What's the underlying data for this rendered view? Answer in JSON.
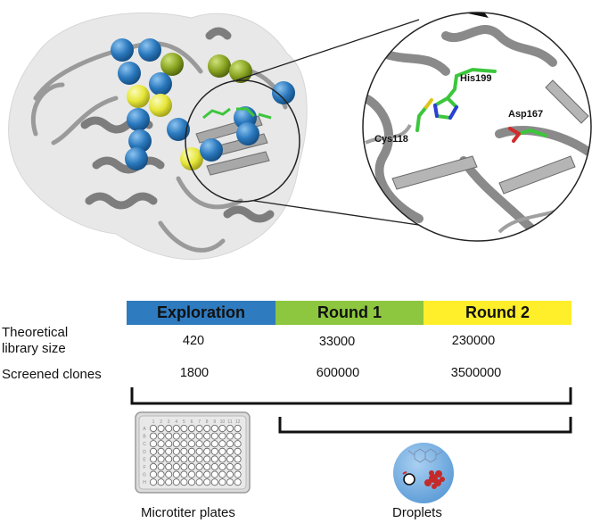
{
  "residues": {
    "his": "His199",
    "cys": "Cys118",
    "asp": "Asp167"
  },
  "table": {
    "row_labels": {
      "theoretical_line1": "Theoretical",
      "theoretical_line2": "library size",
      "screened": "Screened clones"
    },
    "columns": [
      {
        "header": "Exploration",
        "color": "#2f7bbf",
        "theoretical": "420",
        "screened": "1800"
      },
      {
        "header": "Round 1",
        "color": "#8dc63f",
        "theoretical": "33000",
        "screened": "600000"
      },
      {
        "header": "Round 2",
        "color": "#ffee2a",
        "theoretical": "230000",
        "screened": "3500000"
      }
    ]
  },
  "plate": {
    "col_labels": [
      "1",
      "2",
      "3",
      "4",
      "5",
      "6",
      "7",
      "8",
      "9",
      "10",
      "11",
      "12"
    ],
    "row_labels": [
      "A",
      "B",
      "C",
      "D",
      "E",
      "F",
      "G",
      "H"
    ]
  },
  "captions": {
    "microtiter": "Microtiter plates",
    "droplets": "Droplets"
  },
  "colors": {
    "protein_gray": "#8e8e8e",
    "sphere_blue": "#2a78bd",
    "sphere_yellow": "#e6e63a",
    "sphere_olive": "#8aa522",
    "carbon_green": "#3cc63c",
    "droplet_blue": "#6aa8de"
  }
}
